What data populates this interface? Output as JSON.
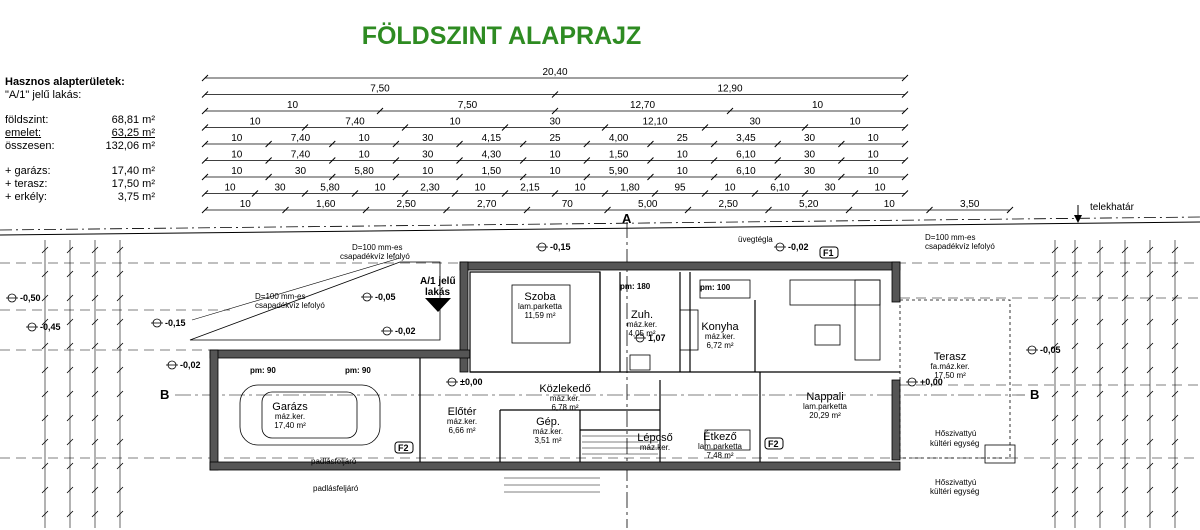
{
  "title": "FÖLDSZINT ALAPRAJZ",
  "summary": {
    "heading": "Hasznos alapterületek:",
    "subheading": "\"A/1\" jelű lakás:",
    "rows": [
      {
        "label": "földszint:",
        "value": "68,81 m²"
      },
      {
        "label": "emelet:",
        "value": "63,25 m²"
      },
      {
        "label": "összesen:",
        "value": "132,06 m²"
      }
    ],
    "extras": [
      {
        "label": "+ garázs:",
        "value": "17,40 m²"
      },
      {
        "label": "+ terasz:",
        "value": "17,50 m²"
      },
      {
        "label": "+ erkély:",
        "value": "3,75 m²"
      }
    ]
  },
  "dimension_rows": [
    [
      "20,40"
    ],
    [
      "7,50",
      "12,90"
    ],
    [
      "10",
      "7,50",
      "12,70",
      "10"
    ],
    [
      "10",
      "7,40",
      "10",
      "30",
      "12,10",
      "30",
      "10"
    ],
    [
      "10",
      "7,40",
      "10",
      "30",
      "4,15",
      "25",
      "4,00",
      "25",
      "3,45",
      "30",
      "10"
    ],
    [
      "10",
      "7,40",
      "10",
      "30",
      "4,30",
      "10",
      "1,50",
      "10",
      "6,10",
      "30",
      "10"
    ],
    [
      "10",
      "30",
      "5,80",
      "10",
      "1,50",
      "10",
      "5,90",
      "10",
      "6,10",
      "30",
      "10"
    ],
    [
      "10",
      "30",
      "5,80",
      "10",
      "2,30",
      "10",
      "2,15",
      "10",
      "1,80",
      "95",
      "10",
      "6,10",
      "30",
      "10"
    ],
    [
      "10",
      "1,60",
      "2,50",
      "2,70",
      "70",
      "5,00",
      "2,50",
      "5,20",
      "10",
      "3,50"
    ]
  ],
  "labels": {
    "telekhatar": "telekhatár",
    "section_a": "A",
    "section_b": "B",
    "downpipe": "D=100 mm-es",
    "downpipe2": "csapadékvíz lefolyó",
    "uvegtegla": "üvegtégla",
    "apartment": "A/1 jelű",
    "apartment2": "lakás",
    "f1": "F1",
    "f2": "F2",
    "hoszivattyu": "Hőszivattyú",
    "kulteri": "kültéri egység",
    "padlas": "padlásfeljáró",
    "pm90": "pm: 90",
    "pm180": "pm: 180",
    "pm100": "pm: 100"
  },
  "rooms": [
    {
      "name": "Szoba",
      "floor": "lam.parketta",
      "area": "11,59 m²"
    },
    {
      "name": "Zuh.",
      "floor": "máz.ker.",
      "area": "4,05 m²"
    },
    {
      "name": "Konyha",
      "floor": "máz.ker.",
      "area": "6,72 m²"
    },
    {
      "name": "Közlekedő",
      "floor": "máz.ker.",
      "area": "6,78 m²"
    },
    {
      "name": "Előtér",
      "floor": "máz.ker.",
      "area": "6,66 m²"
    },
    {
      "name": "Gép.",
      "floor": "máz.ker.",
      "area": "3,51 m²"
    },
    {
      "name": "Lépcső",
      "floor": "máz.ker.",
      "area": ""
    },
    {
      "name": "Étkező",
      "floor": "lam.parketta",
      "area": "7,48 m²"
    },
    {
      "name": "Nappali",
      "floor": "lam.parketta",
      "area": "20,29 m²"
    },
    {
      "name": "Terasz",
      "floor": "fa.máz.ker.",
      "area": "17,50 m²"
    },
    {
      "name": "Garázs",
      "floor": "máz.ker.",
      "area": "17,40 m²"
    }
  ],
  "levels": [
    "-0,50",
    "-0,45",
    "-0,15",
    "-0,05",
    "-0,02",
    "±0,00",
    "-0,15",
    "-0,02",
    "+0,00",
    "1,07",
    "-0,05",
    "-0,02"
  ]
}
